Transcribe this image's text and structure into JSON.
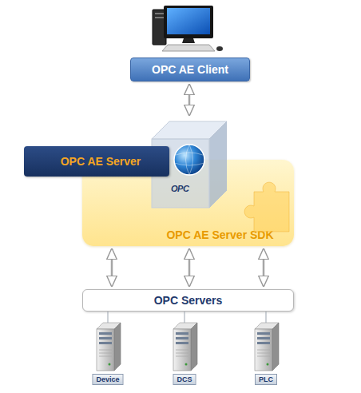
{
  "diagram": {
    "nodes": [
      {
        "text": [
          "OPC AE Client"
        ]
      },
      {
        "text": [
          "OPC AE Server"
        ]
      },
      {
        "text": [
          "OPC"
        ]
      },
      {
        "text": [
          "OPC AE Server SDK"
        ]
      },
      {
        "text": [
          "OPC Servers"
        ]
      },
      {
        "text": [
          "Device"
        ]
      },
      {
        "text": [
          "DCS"
        ]
      },
      {
        "text": [
          "PLC"
        ]
      }
    ],
    "edges": [
      {
        "from": 0,
        "to": 2,
        "arrow": "both"
      },
      {
        "from": 3,
        "to": 4,
        "arrow": "both"
      },
      {
        "from": 3,
        "to": 4,
        "arrow": "both"
      },
      {
        "from": 3,
        "to": 4,
        "arrow": "both"
      },
      {
        "from": 4,
        "to": 5,
        "arrow": "none"
      },
      {
        "from": 4,
        "to": 6,
        "arrow": "none"
      },
      {
        "from": 4,
        "to": 7,
        "arrow": "none"
      }
    ]
  }
}
